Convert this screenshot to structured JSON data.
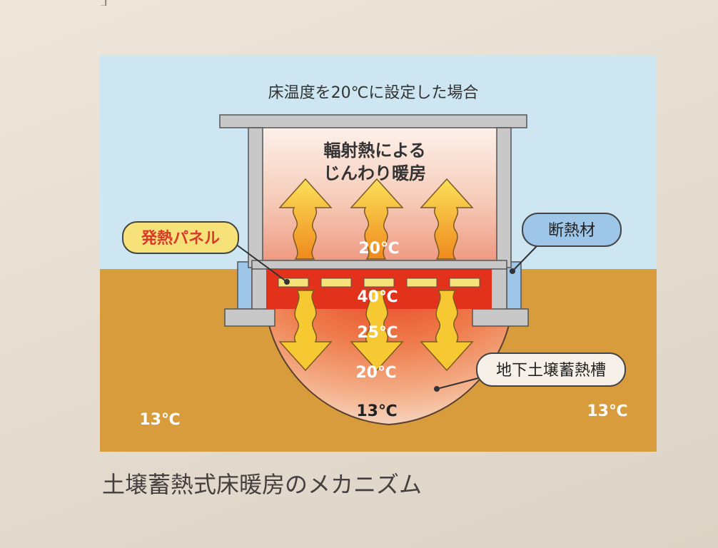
{
  "page_header_fragment": "」",
  "diagram": {
    "title": "床温度を20℃に設定した場合",
    "room_label_line1": "輻射熱による",
    "room_label_line2": "じんわり暖房",
    "heat_panel_label": "発熱パネル",
    "insulation_label": "断熱材",
    "storage_label": "地下土壌蓄熱槽",
    "temps": {
      "room_floor": "20℃",
      "panel_layer": "40℃",
      "upper_soil": "25℃",
      "middle_soil": "20℃",
      "bottom_soil": "13℃",
      "ground_left": "13℃",
      "ground_right": "13℃"
    },
    "colors": {
      "sky": "#cde6f2",
      "ground": "#d89c3d",
      "structure": "#c8c8c8",
      "label_yellow": "#f7e27a",
      "label_red_text": "#d93a2a",
      "insulation_blue": "#9dc6e8",
      "arrow": "#f5b820"
    }
  },
  "caption": "土壌蓄熱式床暖房のメカニズム"
}
